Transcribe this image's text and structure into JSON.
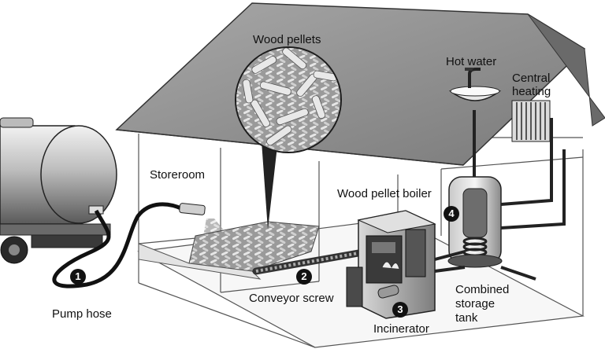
{
  "labels": {
    "wood_pellets": "Wood pellets",
    "hot_water": "Hot water",
    "central_heating_line1": "Central",
    "central_heating_line2": "heating",
    "storeroom": "Storeroom",
    "wood_pellet_boiler": "Wood pellet boiler",
    "combined_storage_tank_line1": "Combined",
    "combined_storage_tank_line2": "storage",
    "combined_storage_tank_line3": "tank",
    "conveyor_screw": "Conveyor screw",
    "pump_hose": "Pump hose",
    "incinerator": "Incinerator"
  },
  "badges": {
    "pump_hose": "1",
    "conveyor_screw": "2",
    "incinerator": "3",
    "storage_tank": "4"
  },
  "colors": {
    "roof": "#8c8c8c",
    "wall_edge": "#555555",
    "ink": "#111111"
  }
}
